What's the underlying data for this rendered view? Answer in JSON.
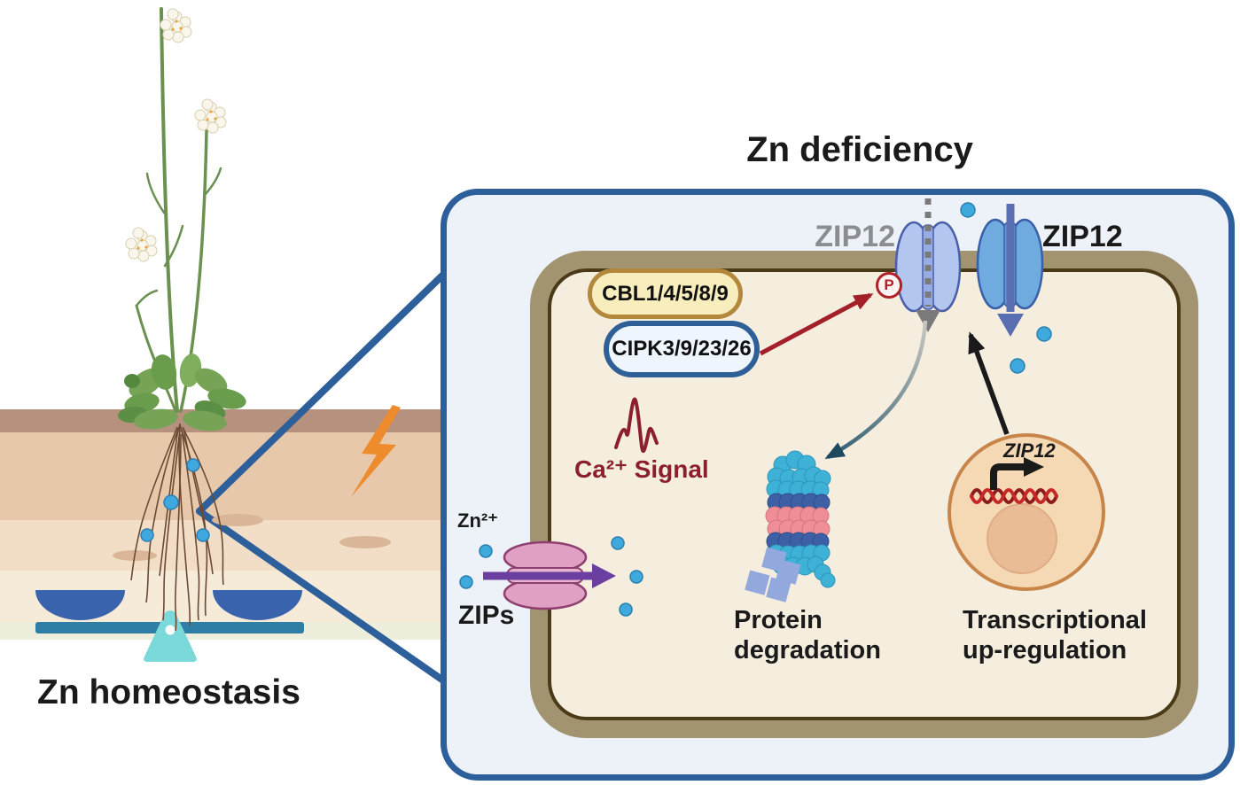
{
  "figure": {
    "right_title": "Zn deficiency",
    "left_caption": "Zn homeostasis"
  },
  "cell": {
    "cbl_label": "CBL1/4/5/8/9",
    "cipk_label": "CIPK3/9/23/26",
    "ca_signal_label": "Ca²⁺ Signal",
    "phospho_label": "P",
    "zip12_label_left": "ZIP12",
    "zip12_label_right": "ZIP12",
    "nucleus_gene_label": "ZIP12",
    "protein_degradation_line1": "Protein",
    "protein_degradation_line2": "degradation",
    "transcription_line1": "Transcriptional",
    "transcription_line2": "up-regulation"
  },
  "membrane": {
    "zn_ion_label": "Zn²⁺",
    "zips_label": "ZIPs"
  },
  "icons": {
    "lightning-icon": "orange zig-zag stress bolt",
    "balance-scale-icon": "blue two-pan balance on cyan fulcrum",
    "zinc-ion-dot": "small blue circle (Zn ion)",
    "ca-waveform-icon": "dark red calcium spike trace",
    "proteasome-icon": "barrel of teal/navy/pink spheres",
    "dna-icon": "red double helix",
    "transcription-arrow-icon": "black bent promoter arrow",
    "plant-icon": "Arabidopsis plant with roots",
    "transporter-icon": "membrane transporter lozenge"
  },
  "colors": {
    "box_border": "#2d5f9b",
    "box_fill": "#edf2f9",
    "cell_wall": "#a29470",
    "cell_wall_line": "#4a3a18",
    "cytoplasm": "#f5eede",
    "cbl_fill": "#f8eebd",
    "cbl_border": "#b3873c",
    "cipk_fill": "#eef5fc",
    "cipk_border": "#2e5f96",
    "ca_signal_red": "#8c1f2e",
    "red_arrow": "#a32028",
    "zip12_left_label_gray": "#8b8d90",
    "transporter_light_blue": "#b3c6f0",
    "transporter_medium_blue": "#6fabdf",
    "transporter_outline": "#3f5ca8",
    "zips_pink": "#dfa0c4",
    "zips_outline": "#8f3f6f",
    "purple_arrow": "#6a3f9f",
    "zinc_dot_blue": "#3fa8dc",
    "lightning_orange": "#ee8c2d",
    "proteasome_teal": "#3eb1d6",
    "proteasome_navy": "#3d5fa5",
    "proteasome_pink": "#ef8e96",
    "protein_fragment": "#93a8dd",
    "nucleus_fill": "#f5d9b5",
    "nucleus_border": "#c8854a",
    "nucleolus_fill": "#e9bc96",
    "balance_bowl": "#3a63ad",
    "balance_bar": "#2e7ea6",
    "fulcrum_cyan": "#7cd9d9",
    "leaf_green": "#76a356",
    "root_brown": "#6b4a33"
  }
}
